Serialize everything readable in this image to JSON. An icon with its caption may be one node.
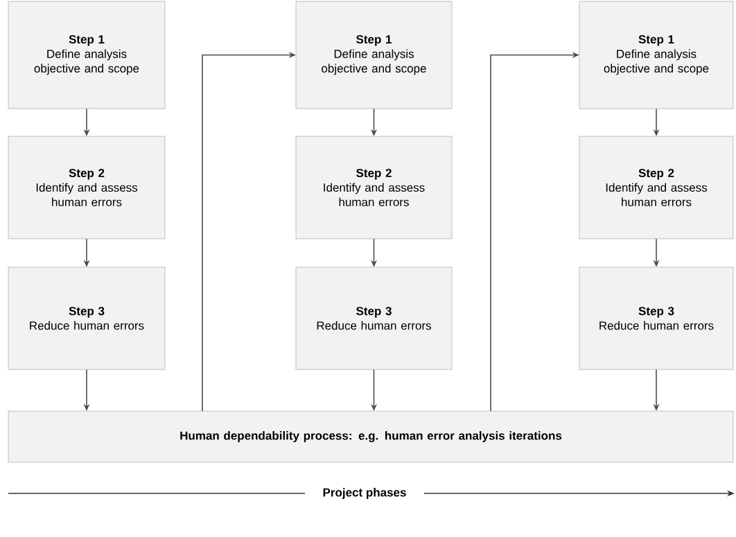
{
  "diagram": {
    "nodes": [
      {
        "text": [
          "Step 1",
          "Define analysis objective and scope"
        ]
      },
      {
        "text": [
          "Step 2",
          "Identify and assess human errors"
        ]
      },
      {
        "text": [
          "Step 3",
          "Reduce human errors"
        ]
      },
      {
        "text": [
          "Step 1",
          "Define analysis objective and scope"
        ]
      },
      {
        "text": [
          "Step 2",
          "Identify and assess human errors"
        ]
      },
      {
        "text": [
          "Step 3",
          "Reduce human errors"
        ]
      },
      {
        "text": [
          "Step 1",
          "Define analysis objective and scope"
        ]
      },
      {
        "text": [
          "Step 2",
          "Identify and assess human errors"
        ]
      },
      {
        "text": [
          "Step 3",
          "Reduce human errors"
        ]
      },
      {
        "text": [
          "Human dependability process: e.g. human error analysis iterations"
        ]
      }
    ],
    "edges": [
      {
        "from": 0,
        "to": 1,
        "arrow": "to"
      },
      {
        "from": 1,
        "to": 2,
        "arrow": "to"
      },
      {
        "from": 2,
        "to": 9,
        "arrow": "to"
      },
      {
        "from": 3,
        "to": 4,
        "arrow": "to"
      },
      {
        "from": 4,
        "to": 5,
        "arrow": "to"
      },
      {
        "from": 5,
        "to": 9,
        "arrow": "to"
      },
      {
        "from": 6,
        "to": 7,
        "arrow": "to"
      },
      {
        "from": 7,
        "to": 8,
        "arrow": "to"
      },
      {
        "from": 8,
        "to": 9,
        "arrow": "to"
      },
      {
        "from": 9,
        "to": 3,
        "arrow": "to"
      },
      {
        "from": 9,
        "to": 6,
        "arrow": "to"
      }
    ],
    "labels": [
      "Project phases"
    ]
  }
}
